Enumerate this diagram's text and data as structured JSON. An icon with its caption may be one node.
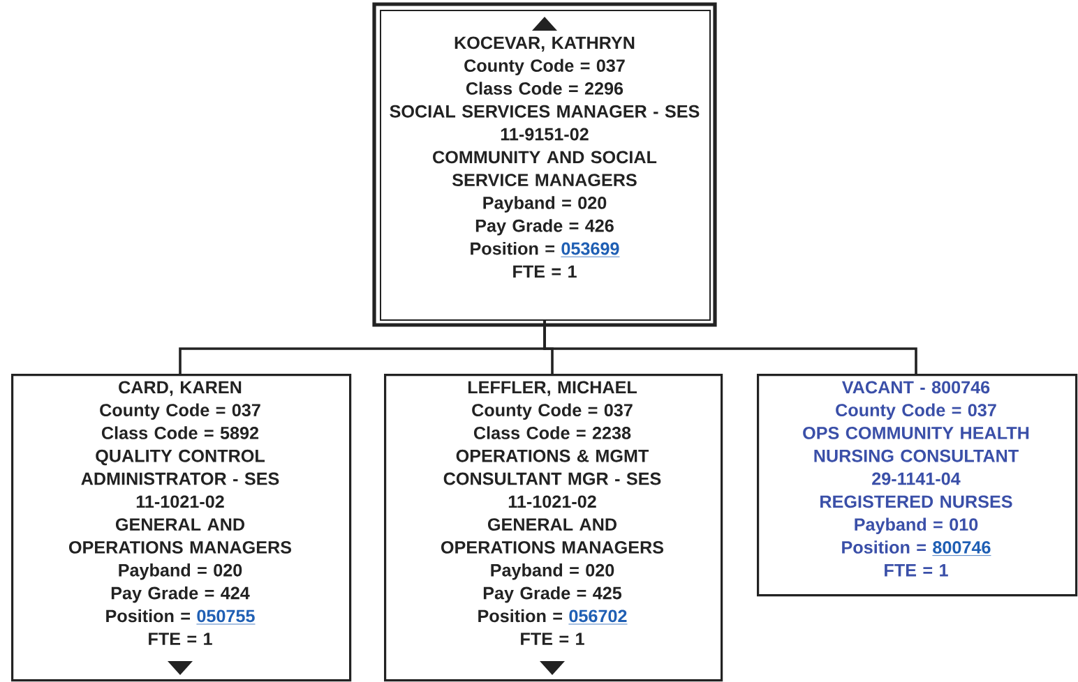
{
  "diagram": {
    "nodes": [
      {
        "text": [
          "KOCEVAR, KATHRYN",
          "County Code = 037",
          "Class Code = 2296",
          "SOCIAL SERVICES MANAGER - SES",
          "11-9151-02",
          "COMMUNITY AND SOCIAL SERVICE MANAGERS",
          "Payband = 020",
          "Pay Grade = 426",
          "Position =",
          "053699",
          "FTE = 1"
        ]
      },
      {
        "text": [
          "CARD, KAREN",
          "County Code = 037",
          "Class Code = 5892",
          "QUALITY CONTROL ADMINISTRATOR - SES",
          "11-1021-02",
          "GENERAL AND OPERATIONS MANAGERS",
          "Payband = 020",
          "Pay Grade = 424",
          "Position =",
          "050755",
          "FTE = 1"
        ]
      },
      {
        "text": [
          "LEFFLER, MICHAEL",
          "County Code = 037",
          "Class Code = 2238",
          "OPERATIONS & MGMT CONSULTANT MGR - SES",
          "11-1021-02",
          "GENERAL AND OPERATIONS MANAGERS",
          "Payband = 020",
          "Pay Grade = 425",
          "Position =",
          "056702",
          "FTE = 1"
        ]
      },
      {
        "text": [
          "VACANT - 800746",
          "County Code = 037",
          "OPS COMMUNITY HEALTH NURSING CONSULTANT",
          "29-1141-04",
          "REGISTERED NURSES",
          "Payband = 010",
          "Position =",
          "800746",
          "FTE = 1"
        ]
      }
    ],
    "edges": [
      {
        "from": 0,
        "to": 1,
        "arrow": "none"
      },
      {
        "from": 0,
        "to": 2,
        "arrow": "none"
      },
      {
        "from": 0,
        "to": 3,
        "arrow": "none"
      }
    ]
  }
}
